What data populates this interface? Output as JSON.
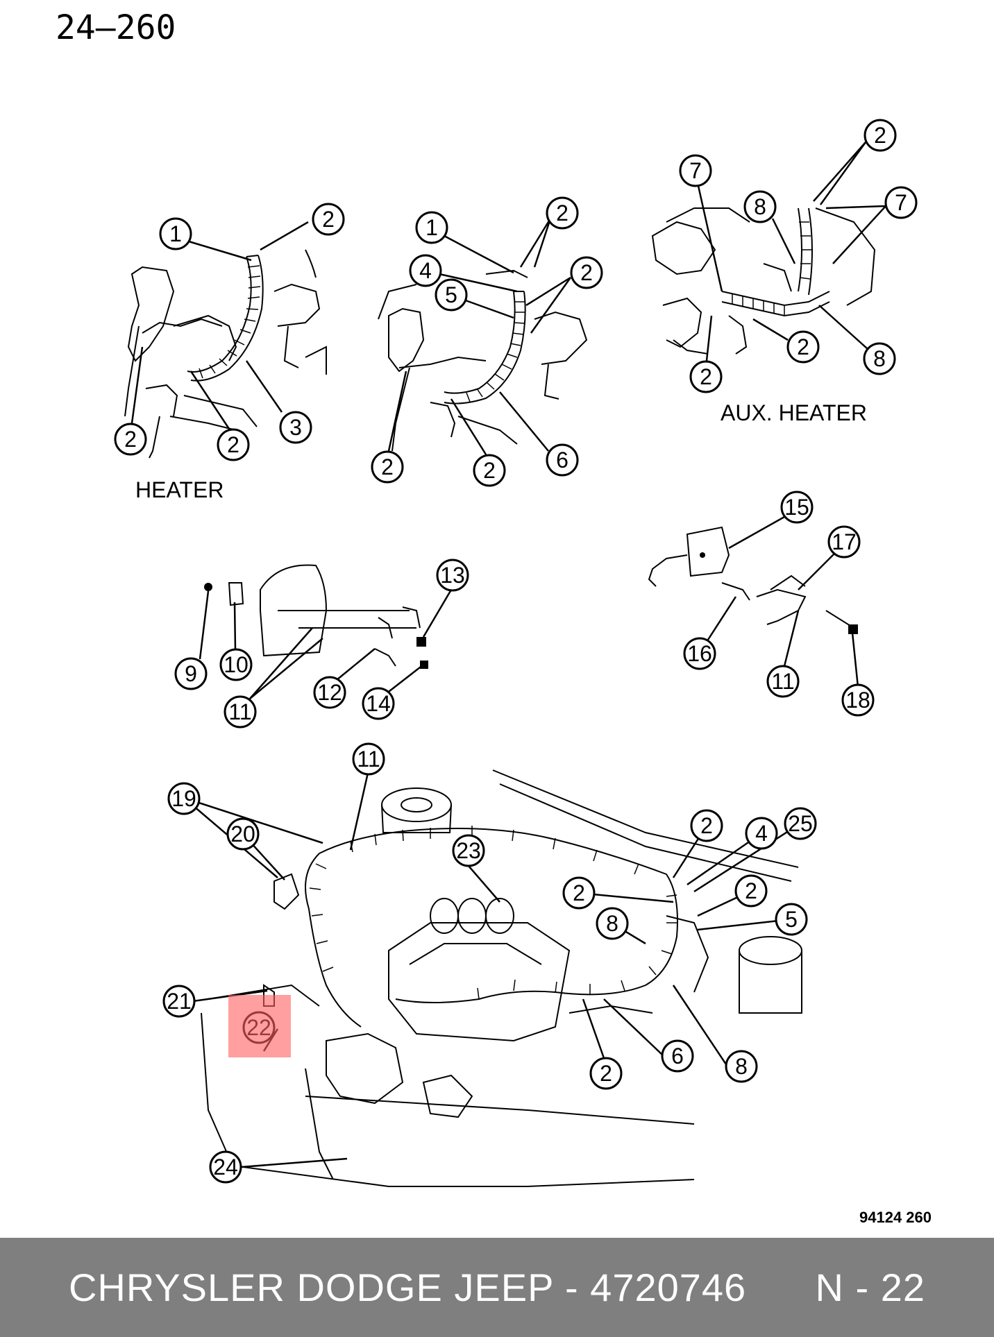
{
  "page_number": "24–260",
  "figure_id": "94124  260",
  "captions": {
    "heater": "HEATER",
    "aux_heater": "AUX. HEATER"
  },
  "callouts": {
    "p1": [
      "1",
      "2",
      "2",
      "2",
      "3"
    ],
    "p2": [
      "1",
      "2",
      "4",
      "5",
      "2",
      "2",
      "2",
      "6"
    ],
    "p3": [
      "2",
      "7",
      "8",
      "7",
      "2",
      "8",
      "2"
    ],
    "p4": [
      "13",
      "9",
      "10",
      "11",
      "12",
      "14"
    ],
    "p5": [
      "15",
      "17",
      "16",
      "11",
      "18"
    ],
    "p6": [
      "11",
      "19",
      "20",
      "23",
      "2",
      "4",
      "25",
      "2",
      "2",
      "5",
      "8",
      "21",
      "22",
      "6",
      "2",
      "8",
      "24"
    ]
  },
  "highlighted_callout": "22",
  "footer": {
    "brand": "CHRYSLER DODGE JEEP",
    "separator": " - ",
    "part_number": "4720746",
    "position_label": "N - 22"
  },
  "colors": {
    "footer_bg": "#7f7f7f",
    "footer_text": "#ffffff",
    "highlight": "#ff5f5f"
  }
}
